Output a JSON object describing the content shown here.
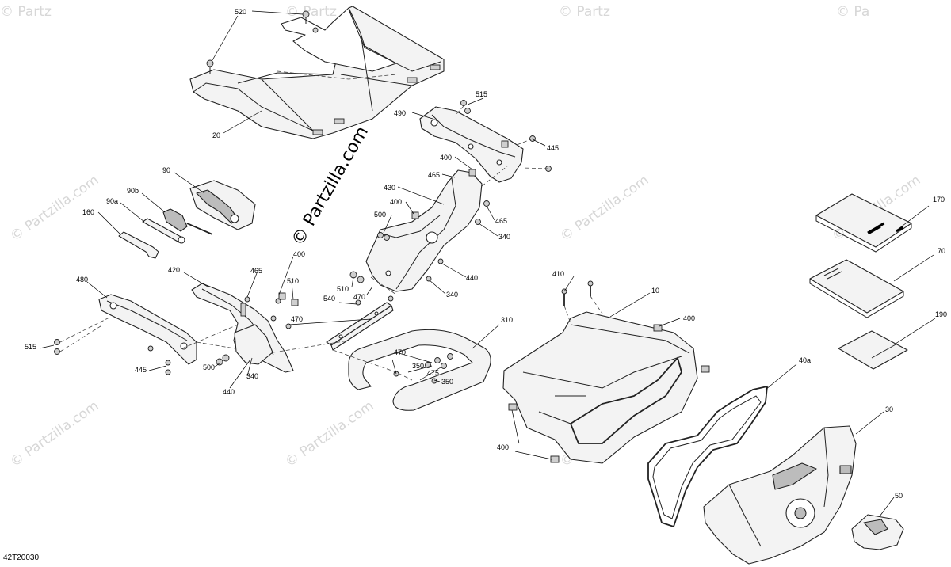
{
  "watermark": {
    "brand": "© Partzilla.com",
    "brand_short": "© Partz",
    "brand_right": "© Pa"
  },
  "drawing_code": "42T20030",
  "callouts": {
    "c520": "520",
    "c20": "20",
    "c515a": "515",
    "c490": "490",
    "c445a": "445",
    "c400a": "400",
    "c465a": "465",
    "c430": "430",
    "c400b": "400",
    "c465b": "465",
    "c500a": "500",
    "c340a": "340",
    "c440a": "440",
    "c340b": "340",
    "c510a": "510",
    "c470a": "470",
    "c90": "90",
    "c90b": "90b",
    "c90a": "90a",
    "c160": "160",
    "c420": "420",
    "c465c": "465",
    "c400c": "400",
    "c510b": "510",
    "c480": "480",
    "c515b": "515",
    "c445b": "445",
    "c540": "540",
    "c470b": "470",
    "c500b": "500",
    "c440b": "440",
    "c340c": "340",
    "c470c": "470",
    "c350a": "350",
    "c475": "475",
    "c350b": "350",
    "c310": "310",
    "c410": "410",
    "c10": "10",
    "c400d": "400",
    "c40a": "40a",
    "c400e": "400",
    "c30": "30",
    "c50": "50",
    "c170": "170",
    "c70": "70",
    "c190": "190"
  }
}
